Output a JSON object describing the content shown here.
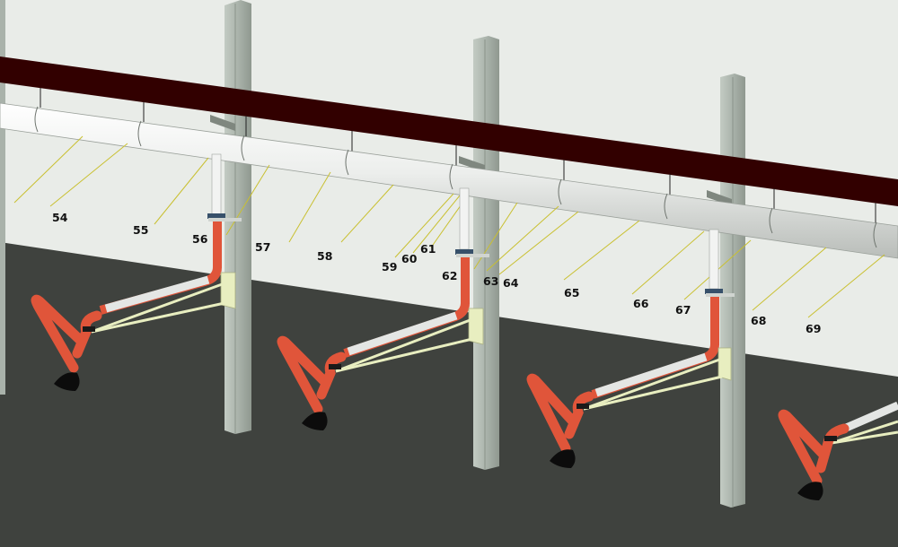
{
  "callouts": [
    {
      "id": "54",
      "text": "54"
    },
    {
      "id": "55",
      "text": "55"
    },
    {
      "id": "56",
      "text": "56"
    },
    {
      "id": "57",
      "text": "57"
    },
    {
      "id": "58",
      "text": "58"
    },
    {
      "id": "59",
      "text": "59"
    },
    {
      "id": "60",
      "text": "60"
    },
    {
      "id": "61",
      "text": "61"
    },
    {
      "id": "62",
      "text": "62"
    },
    {
      "id": "63",
      "text": "63"
    },
    {
      "id": "64",
      "text": "64"
    },
    {
      "id": "65",
      "text": "65"
    },
    {
      "id": "66",
      "text": "66"
    },
    {
      "id": "67",
      "text": "67"
    },
    {
      "id": "68",
      "text": "68"
    },
    {
      "id": "69",
      "text": "69"
    }
  ],
  "colors": {
    "wall": "#e9ece8",
    "floor": "#3f423e",
    "beam": "#320000",
    "duct": "#e4e6e4",
    "column": "#a9b2aa",
    "arm": "#e0553a",
    "bracket": "#e8eec0",
    "leader": "#c9c030",
    "hood": "#0c0c0c"
  }
}
